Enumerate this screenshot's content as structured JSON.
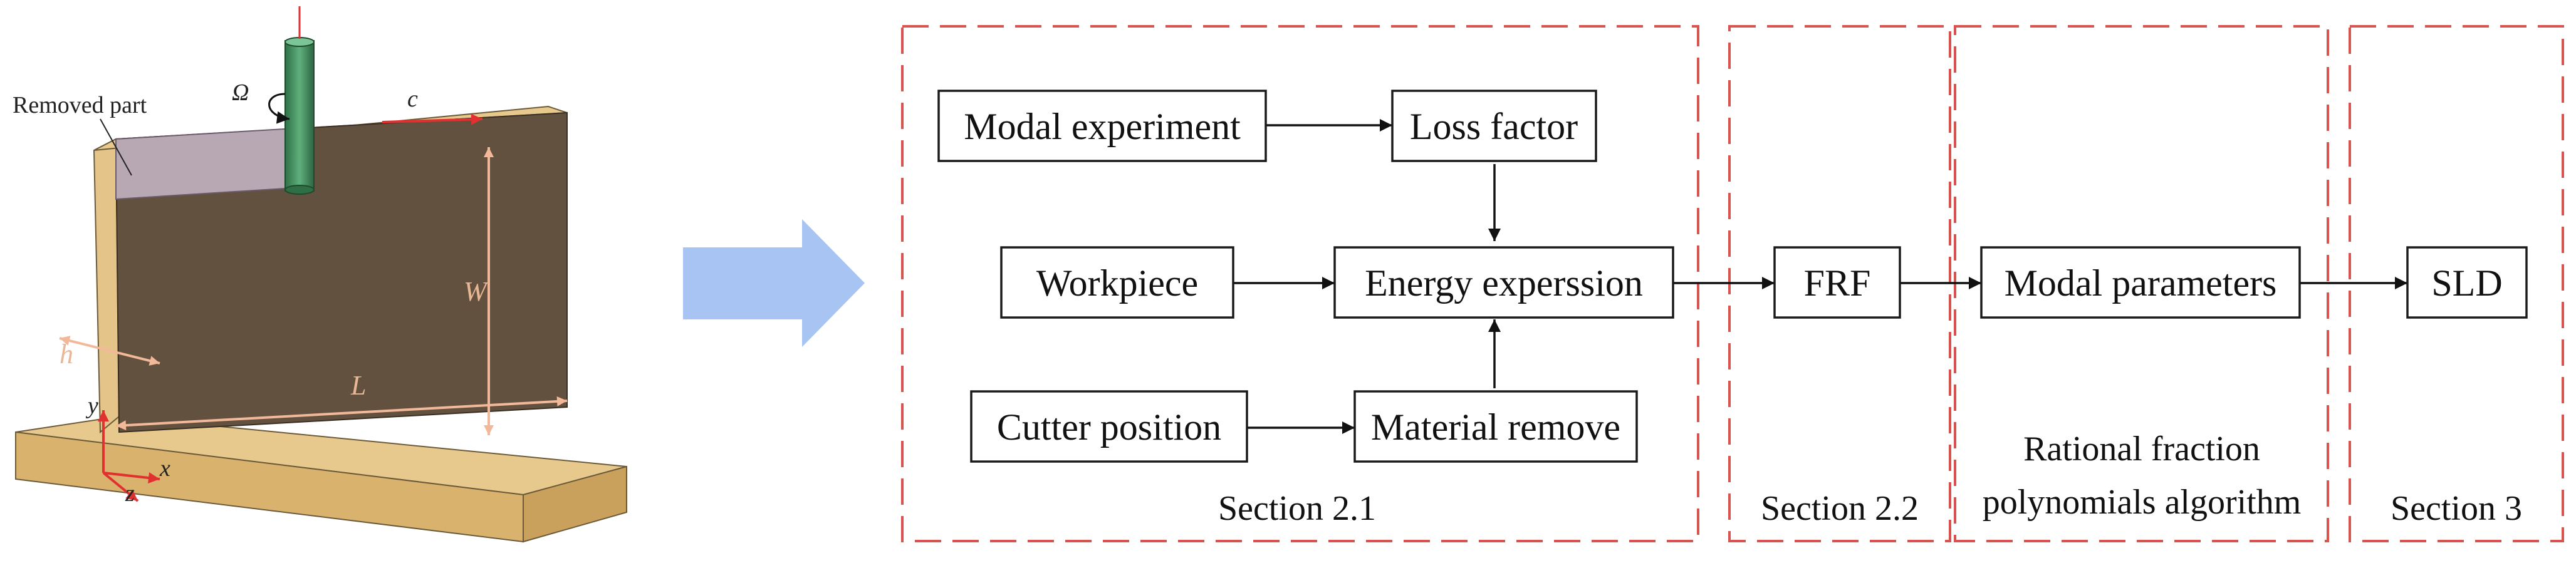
{
  "colors": {
    "section_border": "#d9534f",
    "big_arrow": "#a7c4f3",
    "wall": "#63513f",
    "base": "#e8c98d",
    "tool": "#3d8a5a",
    "dimension": "#f2b89a",
    "axis": "#e03030"
  },
  "model": {
    "removed_part_label": "Removed part",
    "omega_label": "Ω",
    "c_label": "c",
    "w_label": "W",
    "l_label": "L",
    "h_label": "h",
    "axis_x": "x",
    "axis_y": "y",
    "axis_z": "z"
  },
  "flowchart": {
    "boxes": {
      "modal_experiment": "Modal experiment",
      "loss_factor": "Loss factor",
      "workpiece": "Workpiece",
      "energy_expression": "Energy experssion",
      "cutter_position": "Cutter position",
      "material_remove": "Material remove",
      "frf": "FRF",
      "modal_parameters": "Modal parameters",
      "sld": "SLD"
    },
    "sections": {
      "s21": "Section 2.1",
      "s22": "Section 2.2",
      "rfp_line1": "Rational fraction",
      "rfp_line2": "polynomials algorithm",
      "s3": "Section 3"
    }
  }
}
